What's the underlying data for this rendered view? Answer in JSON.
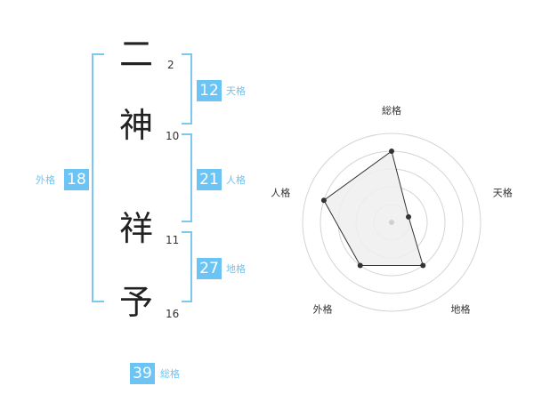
{
  "name_chars": [
    {
      "char": "二",
      "strokes": "2"
    },
    {
      "char": "神",
      "strokes": "10"
    },
    {
      "char": "祥",
      "strokes": "11"
    },
    {
      "char": "予",
      "strokes": "16"
    }
  ],
  "scores": {
    "tenkaku": {
      "value": "12",
      "label": "天格"
    },
    "jinkaku": {
      "value": "21",
      "label": "人格"
    },
    "chikaku": {
      "value": "27",
      "label": "地格"
    },
    "gaikaku": {
      "value": "18",
      "label": "外格"
    },
    "soukaku": {
      "value": "39",
      "label": "総格"
    }
  },
  "colors": {
    "accent": "#6cc4f5",
    "bracket": "#7cc7f2",
    "radar_fill": "#eeeeee"
  },
  "chart_data": {
    "type": "radar",
    "categories": [
      "総格",
      "天格",
      "地格",
      "外格",
      "人格"
    ],
    "values": [
      4,
      1,
      3,
      3,
      4
    ],
    "range": [
      0,
      5
    ]
  }
}
